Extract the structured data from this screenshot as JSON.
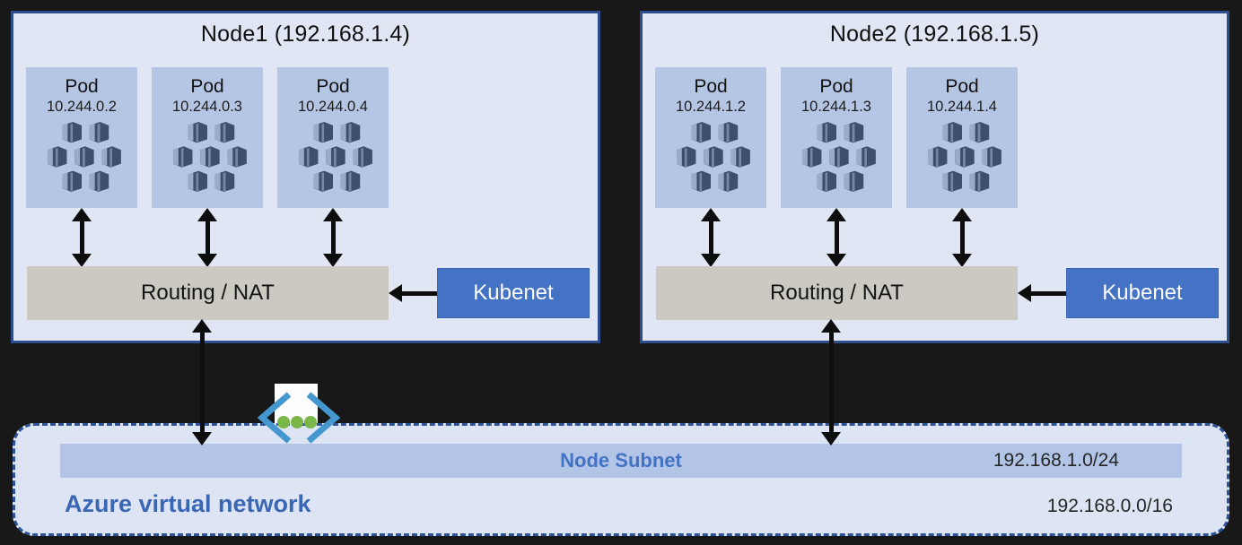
{
  "nodes": [
    {
      "title": "Node1 (192.168.1.4)",
      "pods": [
        {
          "label": "Pod",
          "ip": "10.244.0.2"
        },
        {
          "label": "Pod",
          "ip": "10.244.0.3"
        },
        {
          "label": "Pod",
          "ip": "10.244.0.4"
        }
      ],
      "router_label": "Routing / NAT",
      "kubenet_label": "Kubenet"
    },
    {
      "title": "Node2 (192.168.1.5)",
      "pods": [
        {
          "label": "Pod",
          "ip": "10.244.1.2"
        },
        {
          "label": "Pod",
          "ip": "10.244.1.3"
        },
        {
          "label": "Pod",
          "ip": "10.244.1.4"
        }
      ],
      "router_label": "Routing / NAT",
      "kubenet_label": "Kubenet"
    }
  ],
  "network": {
    "subnet_label": "Node Subnet",
    "subnet_cidr": "192.168.1.0/24",
    "vnet_label": "Azure virtual network",
    "vnet_cidr": "192.168.0.0/16"
  },
  "colors": {
    "accent_blue": "#4472c4",
    "node_fill": "#e0e6f3",
    "node_border": "#2c4d8e",
    "pod_fill": "#b5c6e4",
    "router_fill": "#ccc8c2",
    "subnet_bar_fill": "#b3c5e6",
    "vnet_fill": "#dde4f4",
    "vnet_border": "#2d5296",
    "background": "#181818",
    "arrow": "#0d0d0d",
    "vnet_icon_chevron": "#4597cf",
    "vnet_icon_dots": "#7ab648"
  }
}
